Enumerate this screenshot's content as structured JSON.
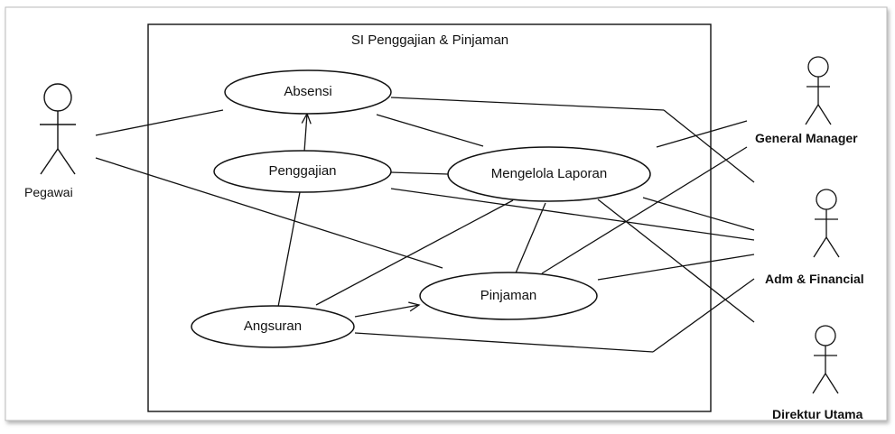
{
  "system": {
    "title": "SI Penggajian & Pinjaman"
  },
  "use_cases": {
    "absensi": "Absensi",
    "penggajian": "Penggajian",
    "mengelola_laporan": "Mengelola Laporan",
    "pinjaman": "Pinjaman",
    "angsuran": "Angsuran"
  },
  "actors": {
    "pegawai": "Pegawai",
    "general_manager": "General Manager",
    "adm_financial": "Adm & Financial",
    "direktur_utama": "Direktur Utama"
  },
  "colors": {
    "line": "#111111",
    "background": "#ffffff",
    "frame_shadow": "#8a8a8a"
  }
}
